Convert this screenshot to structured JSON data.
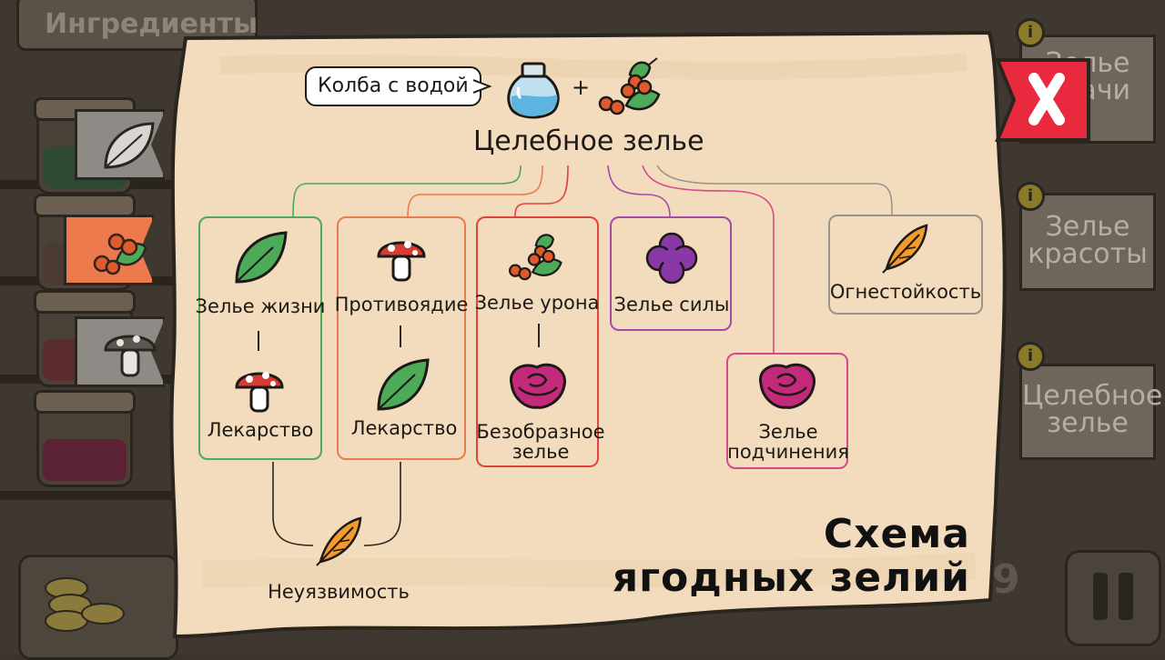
{
  "background": {
    "ingredients_tab": "Ингредиенты",
    "right_cards": [
      "Зелье\nудачи",
      "Зелье\nкрасоты",
      "Целебное\nзелье"
    ],
    "counter": "9"
  },
  "recipe": {
    "ingredient_bubble": "Колба с водой",
    "plus": "+",
    "potion_name": "Целебное зелье"
  },
  "branches": [
    {
      "top": "Зелье жизни",
      "bottom": "Лекарство"
    },
    {
      "top": "Противоядие",
      "bottom": "Лекарство"
    },
    {
      "top": "Зелье урона",
      "bottom": "Безобразное\nзелье"
    },
    {
      "top": "Зелье силы"
    },
    {
      "top": "Зелье\nподчинения"
    },
    {
      "top": "Огнестойкость"
    }
  ],
  "combined": "Неуязвимость",
  "scheme_title": [
    "Схема",
    "ягодных зелий"
  ],
  "colors": {
    "green": "#4caa58",
    "orange": "#ec7a4c",
    "red": "#e0443c",
    "purple": "#a44aa8",
    "pink": "#d64a8c",
    "gray": "#9a948a",
    "close": "#e8293e"
  },
  "icons": [
    "flask-icon",
    "berries-icon",
    "leaf-icon",
    "mushroom-icon",
    "clover-icon",
    "rose-icon",
    "feather-icon",
    "close-icon",
    "pause-icon",
    "coins-icon"
  ]
}
